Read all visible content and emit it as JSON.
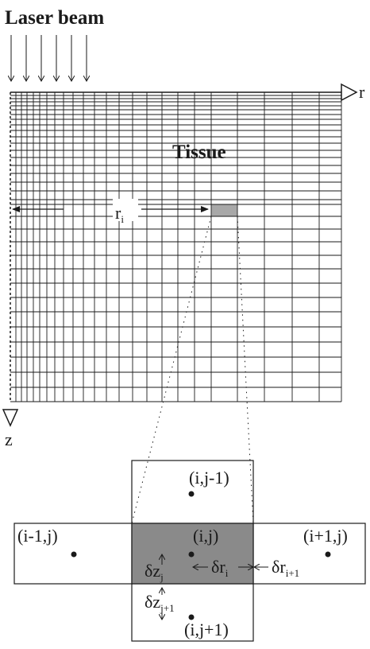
{
  "title": "Laser beam",
  "tissue_label": "Tissue",
  "axes": {
    "r": "r",
    "z": "z"
  },
  "radius": {
    "base": "r",
    "sub": "i"
  },
  "cells": {
    "center": "(i,j)",
    "left": "(i-1,j)",
    "right": "(i+1,j)",
    "top": "(i,j-1)",
    "bottom": "(i,j+1)"
  },
  "deltas": {
    "dz_j": {
      "base": "δz",
      "sub": "j"
    },
    "dz_j1": {
      "base": "δz",
      "sub": "j+1"
    },
    "dr_i": {
      "base": "δr",
      "sub": "i"
    },
    "dr_i1": {
      "base": "δr",
      "sub": "i+1"
    }
  },
  "colors": {
    "ink": "#1a1a1a",
    "cell_fill": "#8a8a8a",
    "highlight_fill": "#a8a8a8"
  }
}
